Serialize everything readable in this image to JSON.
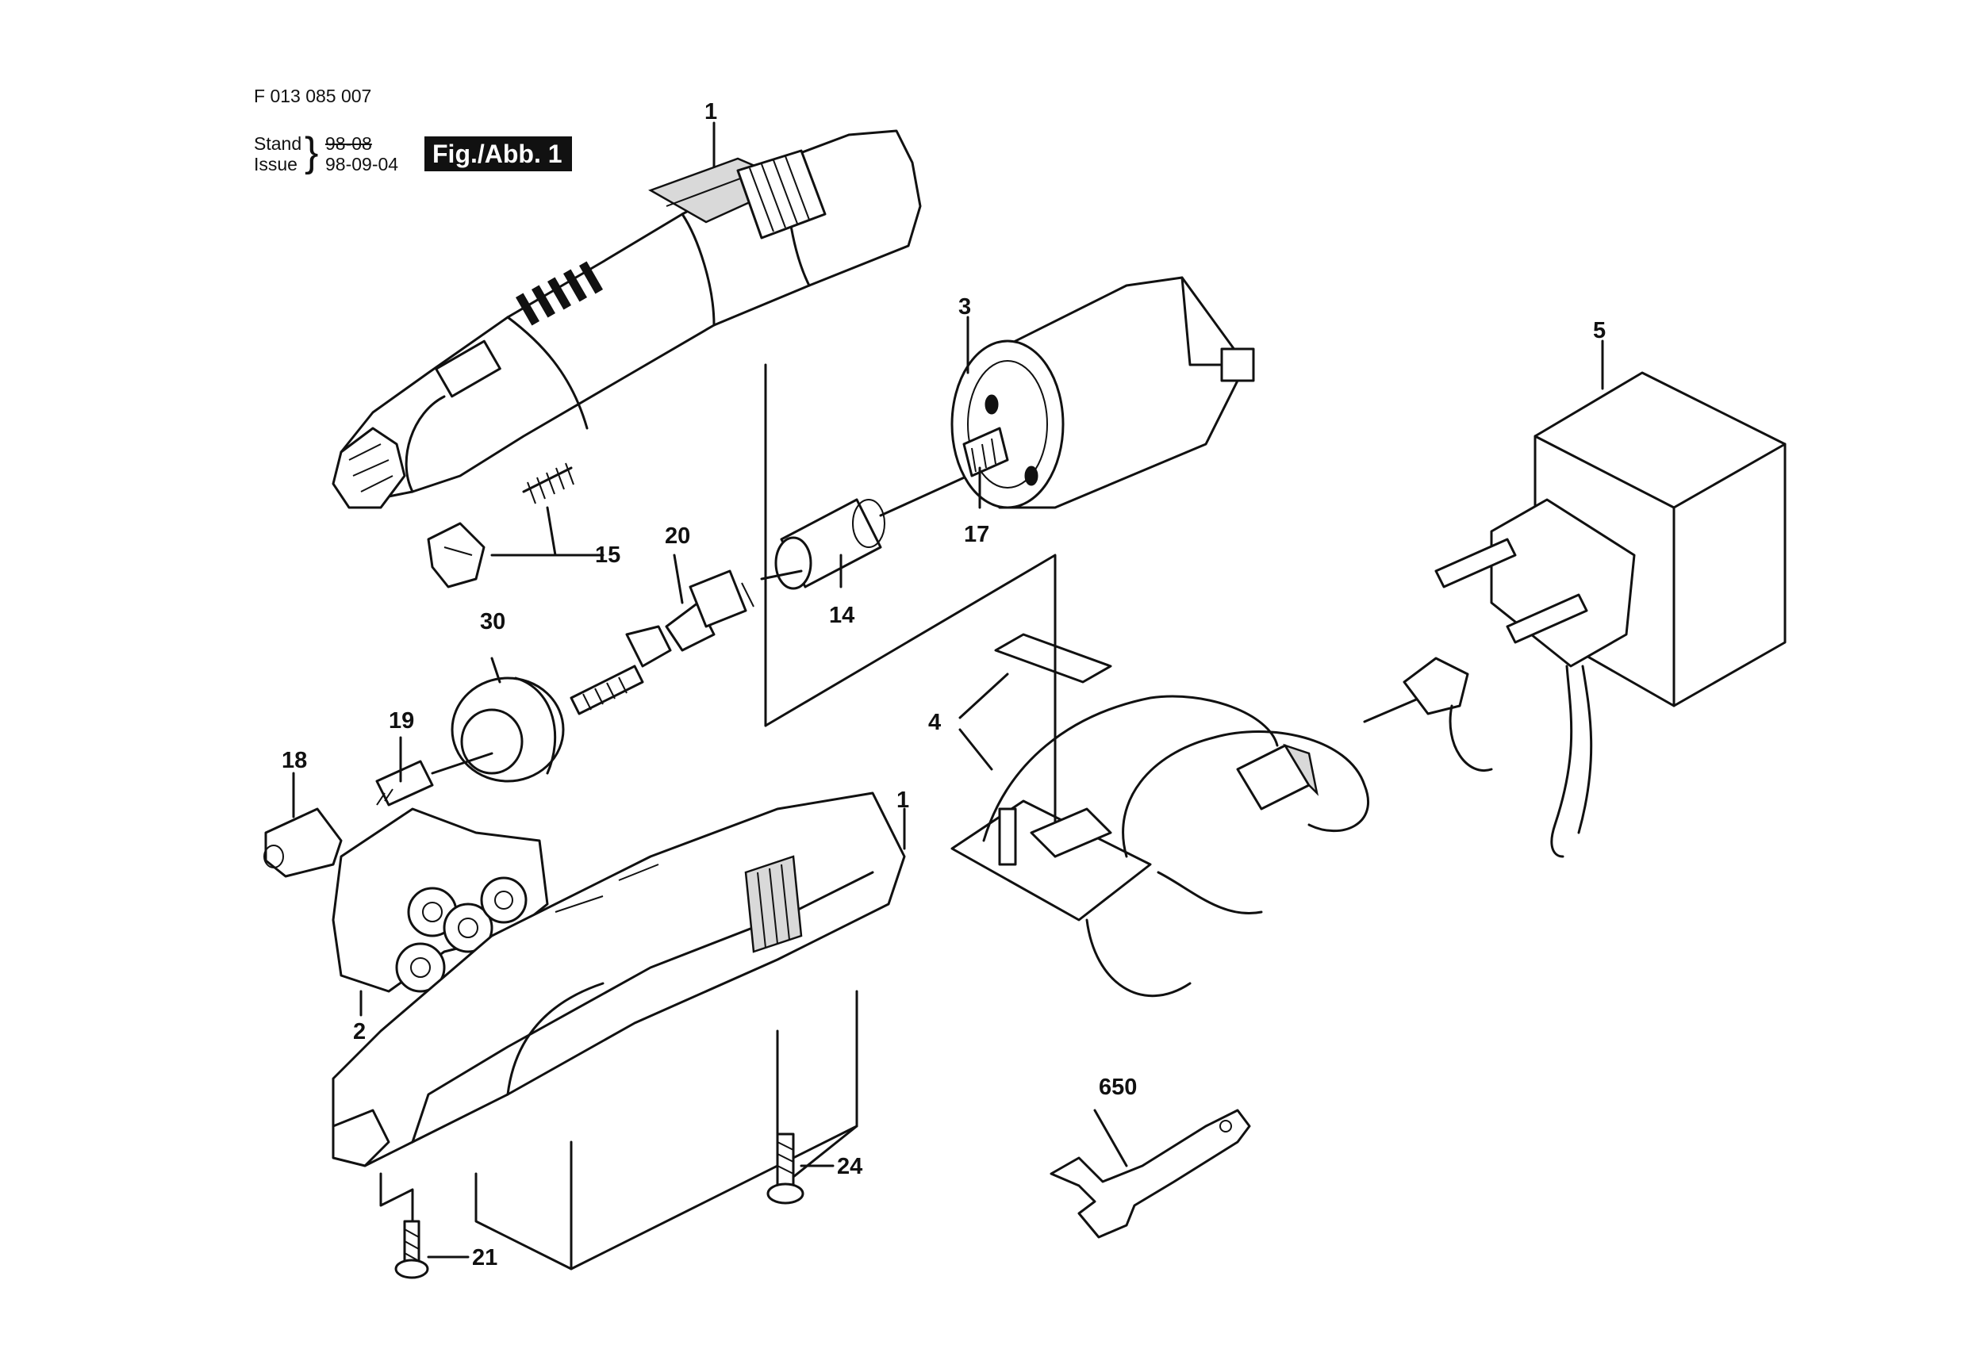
{
  "header": {
    "drawing_number": "F 013 085 007",
    "stand_label": "Stand",
    "issue_label": "Issue",
    "stand_date_struck": "98-08",
    "issue_date": "98-09-04",
    "figure_label": "Fig./Abb. 1"
  },
  "callouts": {
    "housing_top": "1",
    "housing_bottom": "1",
    "collet_set": "2",
    "motor": "3",
    "circuit_board": "4",
    "charger": "5",
    "coupling": "14",
    "brush_spring": "15",
    "motor_pinion": "17",
    "collet_nut": "18",
    "collet": "19",
    "spindle": "20",
    "screw_front": "21",
    "screw_rear": "24",
    "end_cap": "30",
    "wrench": "650"
  }
}
